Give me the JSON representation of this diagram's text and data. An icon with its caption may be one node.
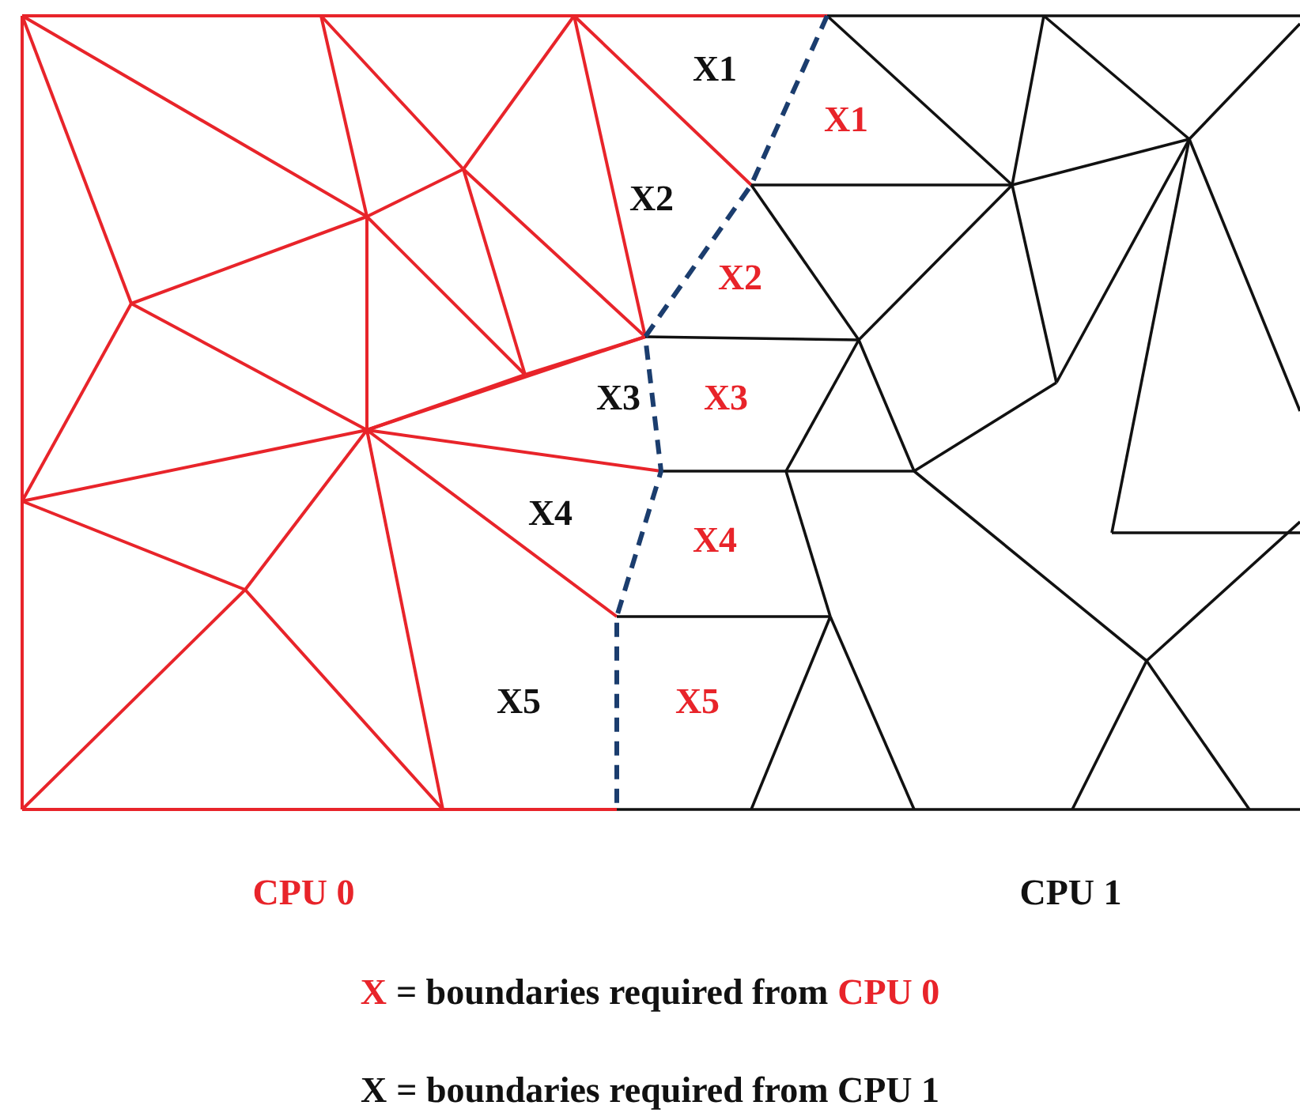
{
  "diagram": {
    "labels": [
      "X1",
      "X1",
      "X2",
      "X2",
      "X3",
      "X3",
      "X4",
      "X4",
      "X5",
      "X5",
      "CPU 0",
      "CPU 1",
      "X",
      "= boundaries required from",
      "CPU 0",
      "X",
      "= boundaries required from CPU 1"
    ]
  }
}
